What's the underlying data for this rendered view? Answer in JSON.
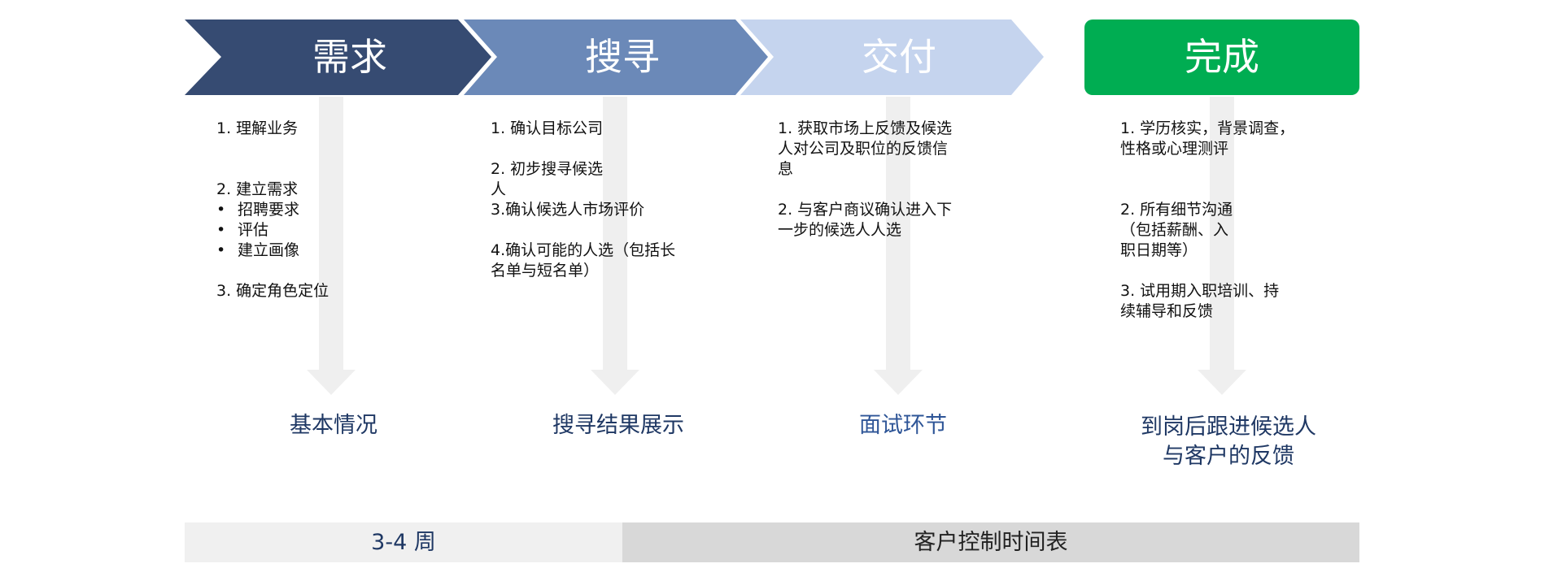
{
  "colors": {
    "stage1": "#364b72",
    "stage2": "#6b89b8",
    "stage3": "#c5d4ee",
    "complete": "#00ad52",
    "arrow": "#efefef",
    "result_text": "#1f3864",
    "result_text_alt": "#2e5597",
    "bar_left": "#f0f0f0",
    "bar_right": "#d8d8d8"
  },
  "stages": [
    {
      "label": "需求"
    },
    {
      "label": "搜寻"
    },
    {
      "label": "交付"
    },
    {
      "label": "完成"
    }
  ],
  "columns": [
    {
      "items": [
        {
          "type": "text",
          "text": "1. 理解业务"
        },
        {
          "type": "gap"
        },
        {
          "type": "gap"
        },
        {
          "type": "text",
          "text": "2. 建立需求"
        },
        {
          "type": "bullet",
          "text": "招聘要求"
        },
        {
          "type": "bullet",
          "text": "评估"
        },
        {
          "type": "bullet",
          "text": "建立画像"
        },
        {
          "type": "gap"
        },
        {
          "type": "text",
          "text": "3. 确定角色定位"
        }
      ]
    },
    {
      "items": [
        {
          "type": "text",
          "text": "1. 确认目标公司"
        },
        {
          "type": "gap"
        },
        {
          "type": "text",
          "text": "2. 初步搜寻候选\n人"
        },
        {
          "type": "text",
          "text": "3.确认候选人市场评价"
        },
        {
          "type": "gap"
        },
        {
          "type": "text",
          "text": "4.确认可能的人选（包括长\n名单与短名单）"
        }
      ]
    },
    {
      "items": [
        {
          "type": "text",
          "text": "1. 获取市场上反馈及候选\n人对公司及职位的反馈信\n息"
        },
        {
          "type": "gap"
        },
        {
          "type": "text",
          "text": "2. 与客户商议确认进入下\n一步的候选人人选"
        }
      ]
    },
    {
      "items": [
        {
          "type": "text",
          "text": "1. 学历核实，背景调查，\n性格或心理测评"
        },
        {
          "type": "gap"
        },
        {
          "type": "gap"
        },
        {
          "type": "text",
          "text": "2. 所有细节沟通\n（包括薪酬、入\n职日期等）"
        },
        {
          "type": "gap"
        },
        {
          "type": "text",
          "text": "3. 试用期入职培训、持\n续辅导和反馈"
        }
      ]
    }
  ],
  "results": [
    {
      "text": "基本情况"
    },
    {
      "text": "搜寻结果展示"
    },
    {
      "text": "面试环节"
    },
    {
      "text": "到岗后跟进候选人\n与客户的反馈"
    }
  ],
  "timeline": {
    "left_label": "3-4 周",
    "right_label": "客户控制时间表"
  }
}
